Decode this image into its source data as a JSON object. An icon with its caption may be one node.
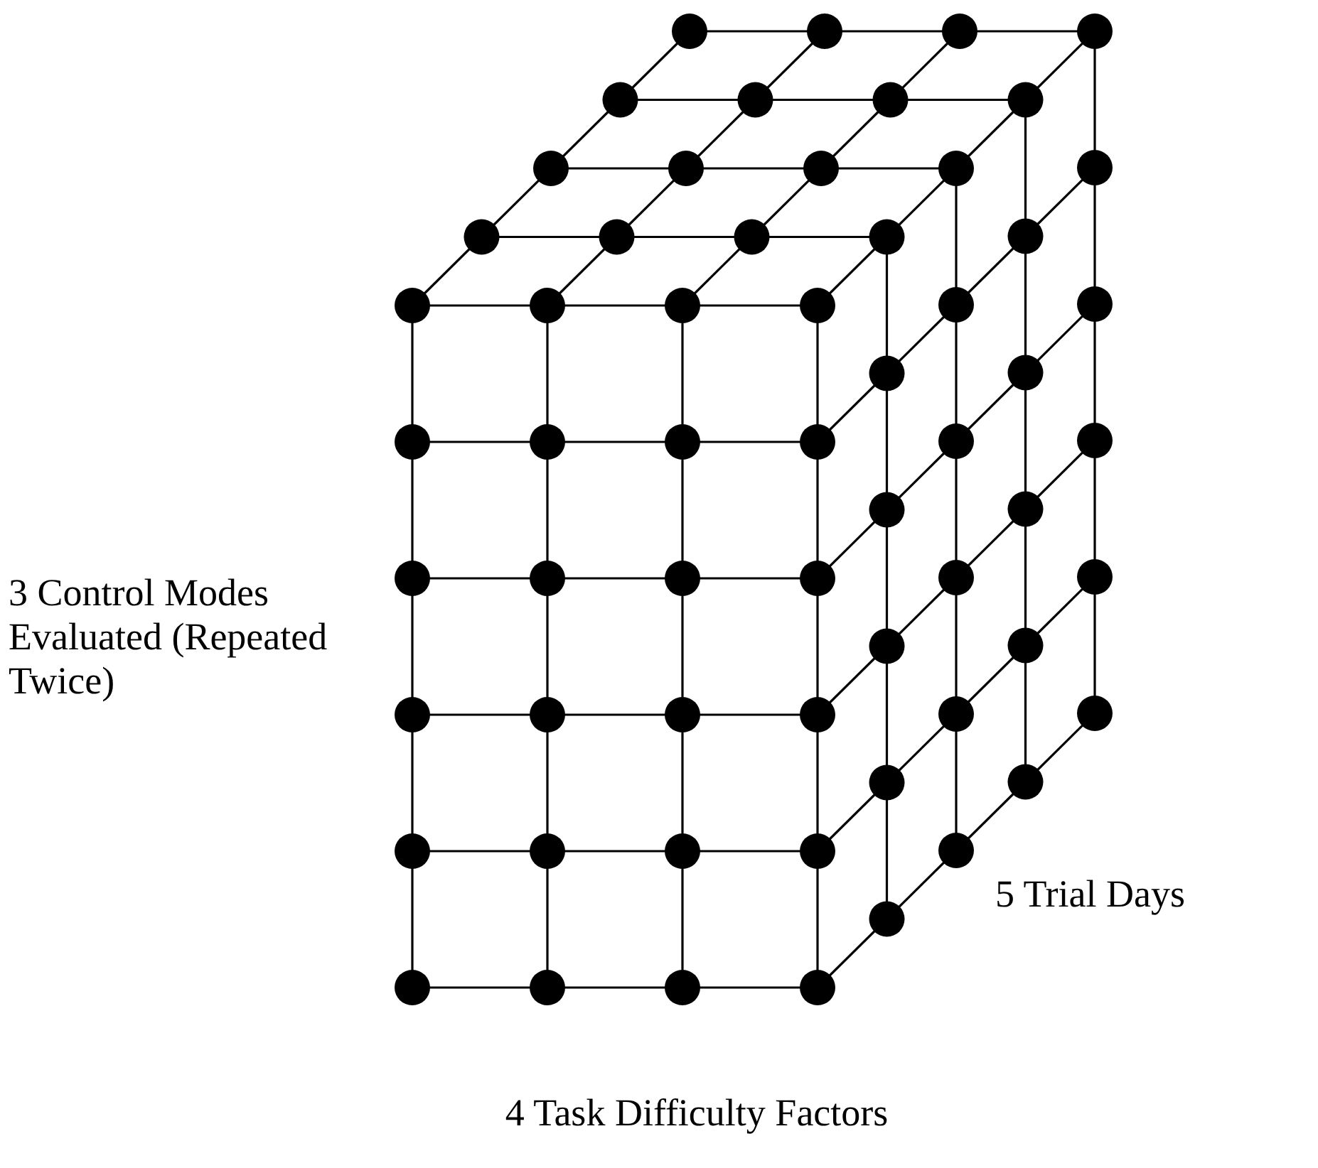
{
  "diagram": {
    "labels": [
      "3 Control Modes Evaluated (Repeated Twice)",
      "5 Trial Days",
      "4 Task Difficulty Factors"
    ]
  }
}
